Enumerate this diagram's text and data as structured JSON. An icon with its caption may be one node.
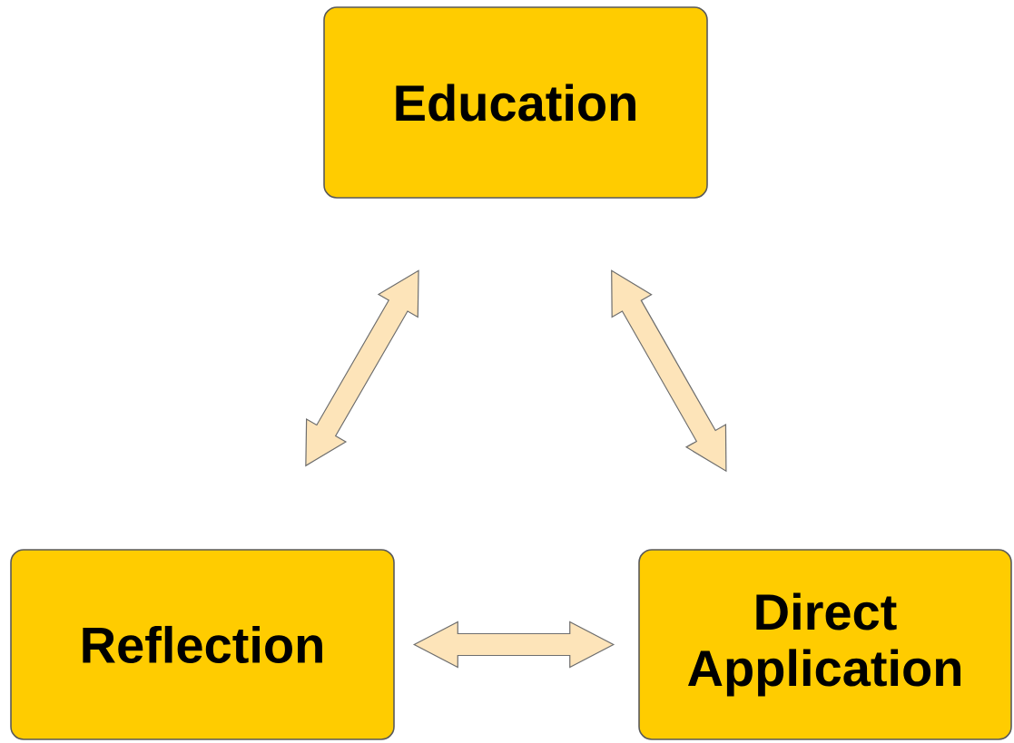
{
  "diagram": {
    "nodes": [
      {
        "text": [
          "Education"
        ]
      },
      {
        "text": [
          "Reflection"
        ]
      },
      {
        "text": [
          "Direct Application"
        ]
      }
    ],
    "edges": [
      {
        "from": 0,
        "to": 1,
        "arrow": "both"
      },
      {
        "from": 1,
        "to": 2,
        "arrow": "both"
      },
      {
        "from": 0,
        "to": 2,
        "arrow": "both"
      }
    ]
  }
}
